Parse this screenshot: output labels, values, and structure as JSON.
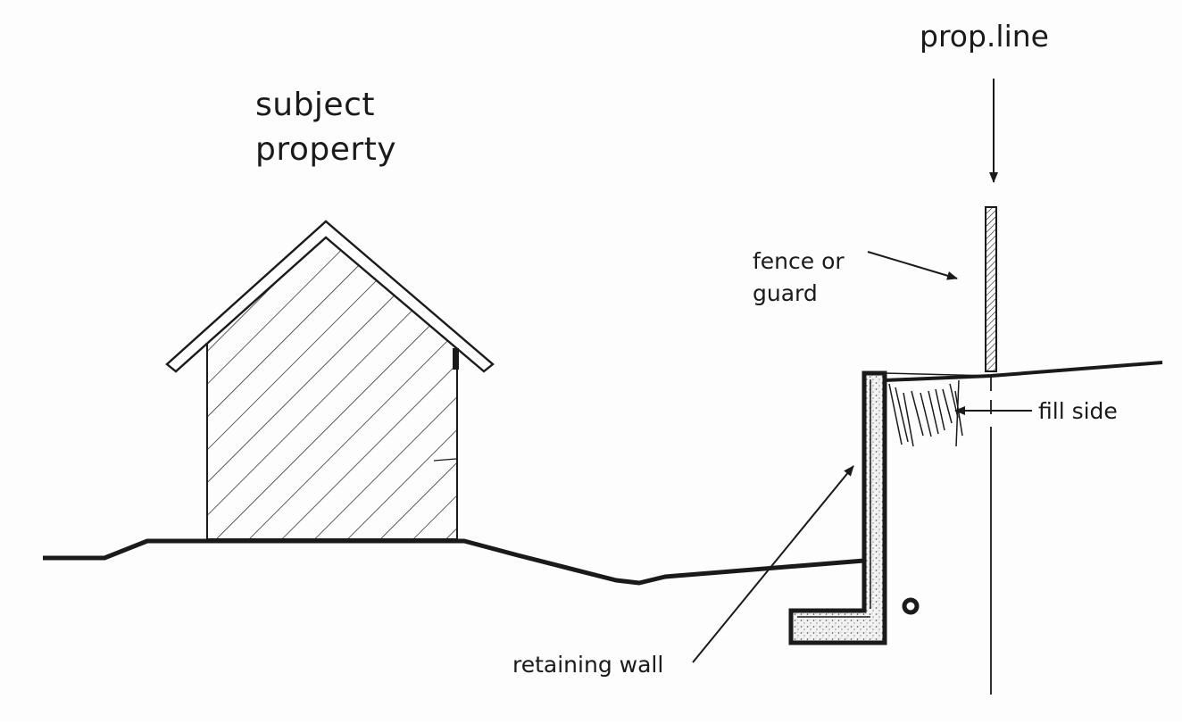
{
  "labels": {
    "subject_line1": "subject",
    "subject_line2": "property",
    "prop_line": "prop.line",
    "fence_line1": "fence or",
    "fence_line2": "guard",
    "fill_side": "fill side",
    "retaining_wall": "retaining wall"
  },
  "colors": {
    "ink": "#1a1a1a",
    "paper": "#fdfdfd"
  }
}
